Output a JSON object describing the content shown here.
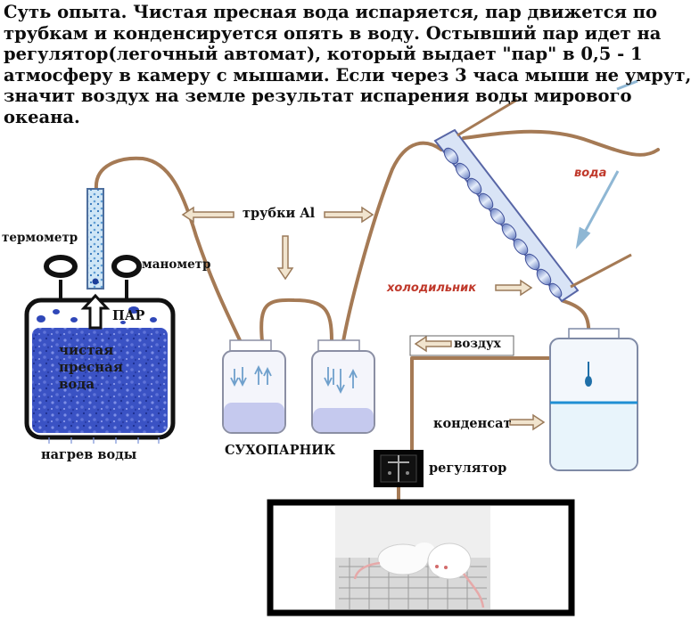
{
  "intro": {
    "lines": [
      "Суть опыта. Чистая пресная вода испаряется, пар движется по",
      "трубкам и конденсируется опять в воду. Остывший пар идет на",
      "регулятор(легочный автомат), который выдает \"пар\" в 0,5 - 1",
      "атмосферу в камеру с мышами. Если через 3 часа мыши не умрут,",
      "значит воздух на земле результат испарения воды мирового",
      "океана."
    ]
  },
  "labels": {
    "thermometer": "термометр",
    "manometer": "манометр",
    "steam": "ПАР",
    "water": [
      "чистая",
      "пресная",
      "вода"
    ],
    "heating": "нагрев воды",
    "tubes": "трубки Al",
    "dryer": "СУХОПАРНИК",
    "condenser": "холодильник",
    "cooling_water": "вода",
    "air": "воздух",
    "condensate": "конденсат",
    "regulator": "регулятор"
  },
  "colors": {
    "pipe": "#a57a55",
    "boiler_water": "#3e57c8",
    "jar_liquid": "#c5c9ee",
    "condensate": "#1f8fd3",
    "condenser_label": "#c0392b",
    "arrow_fill": "#f1e4ce",
    "arrow_stroke": "#9a7a5a"
  }
}
